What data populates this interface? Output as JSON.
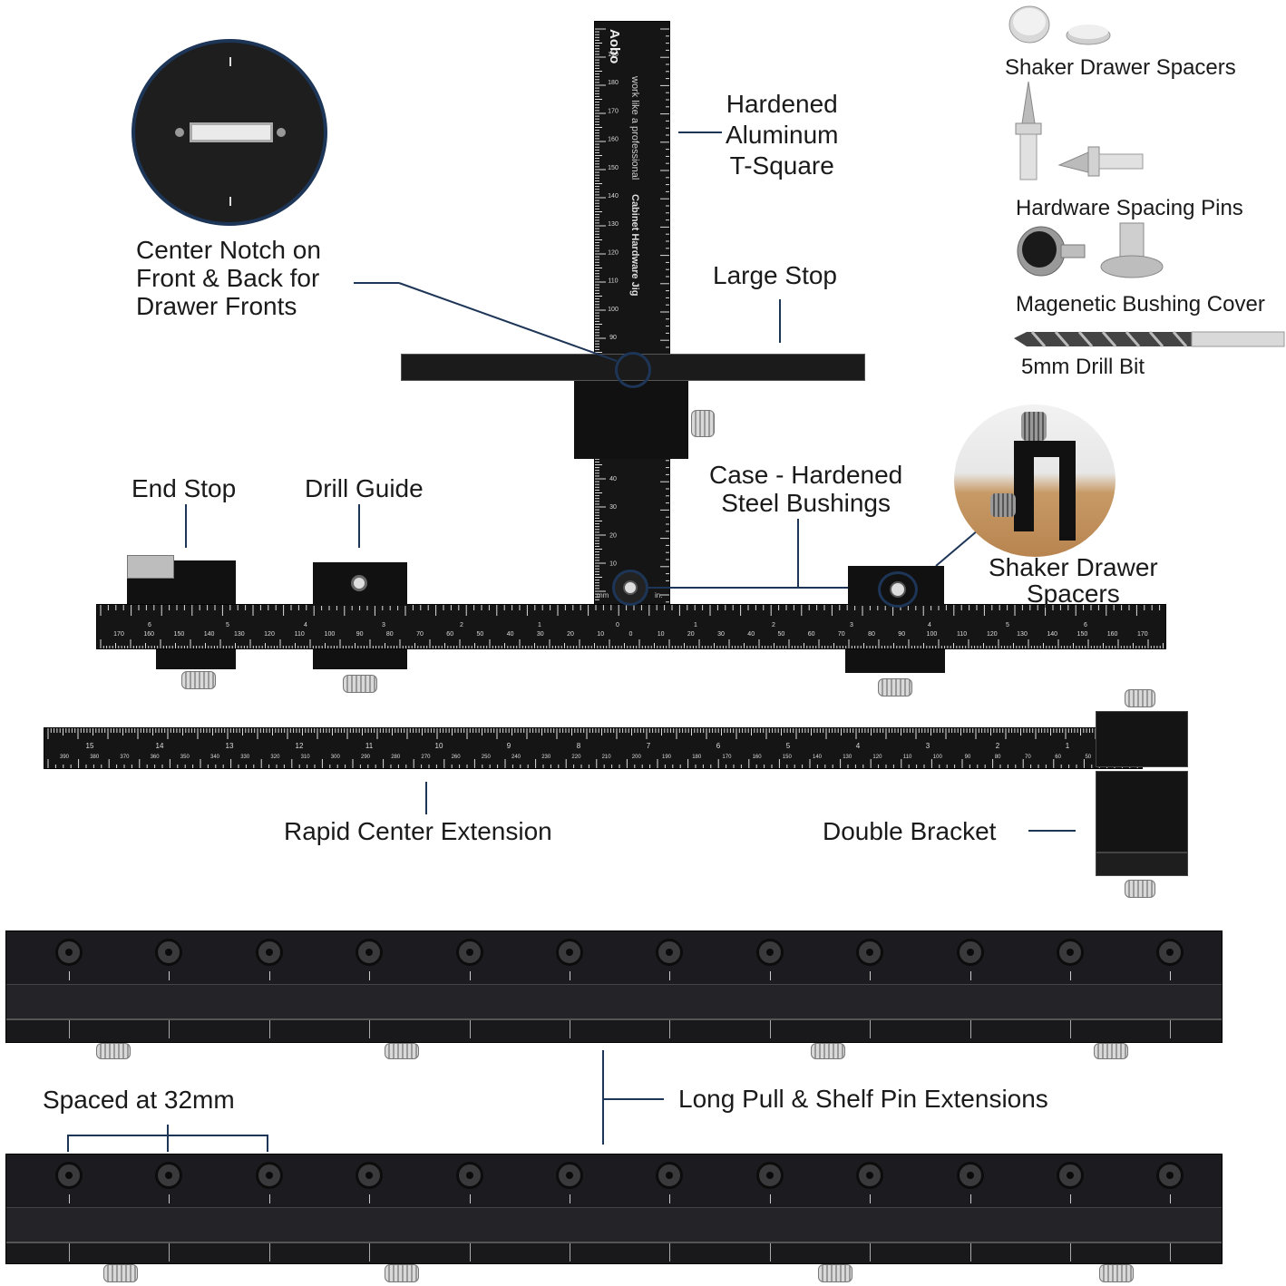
{
  "brand": "Aobo",
  "tsquare": {
    "tagline": "work like a professional",
    "title": "Cabinet Hardware Jig",
    "mm": "mm",
    "in": "in."
  },
  "labels": {
    "center_notch": [
      "Center Notch on",
      "Front & Back for",
      "Drawer Fronts"
    ],
    "tsquare": [
      "Hardened",
      "Aluminum",
      "T-Square"
    ],
    "large_stop": "Large Stop",
    "end_stop": "End Stop",
    "drill_guide": "Drill Guide",
    "bushings": [
      "Case - Hardened",
      "Steel Bushings"
    ],
    "shaker_spacers": [
      "Shaker Drawer",
      "Spacers"
    ],
    "rapid_center": "Rapid Center Extension",
    "double_bracket": "Double Bracket",
    "spaced": "Spaced at 32mm",
    "long_pull": "Long Pull & Shelf Pin Extensions"
  },
  "accessories": {
    "spacers": "Shaker Drawer Spacers",
    "pins": "Hardware Spacing Pins",
    "cover": "Magenetic Bushing Cover",
    "drill": "5mm Drill Bit"
  },
  "icons": [
    "magnet-disc-icon",
    "spacing-pin-icon",
    "bushing-cover-icon",
    "drill-bit-icon",
    "thumb-screw-icon"
  ],
  "accent_color": "#1d3557"
}
